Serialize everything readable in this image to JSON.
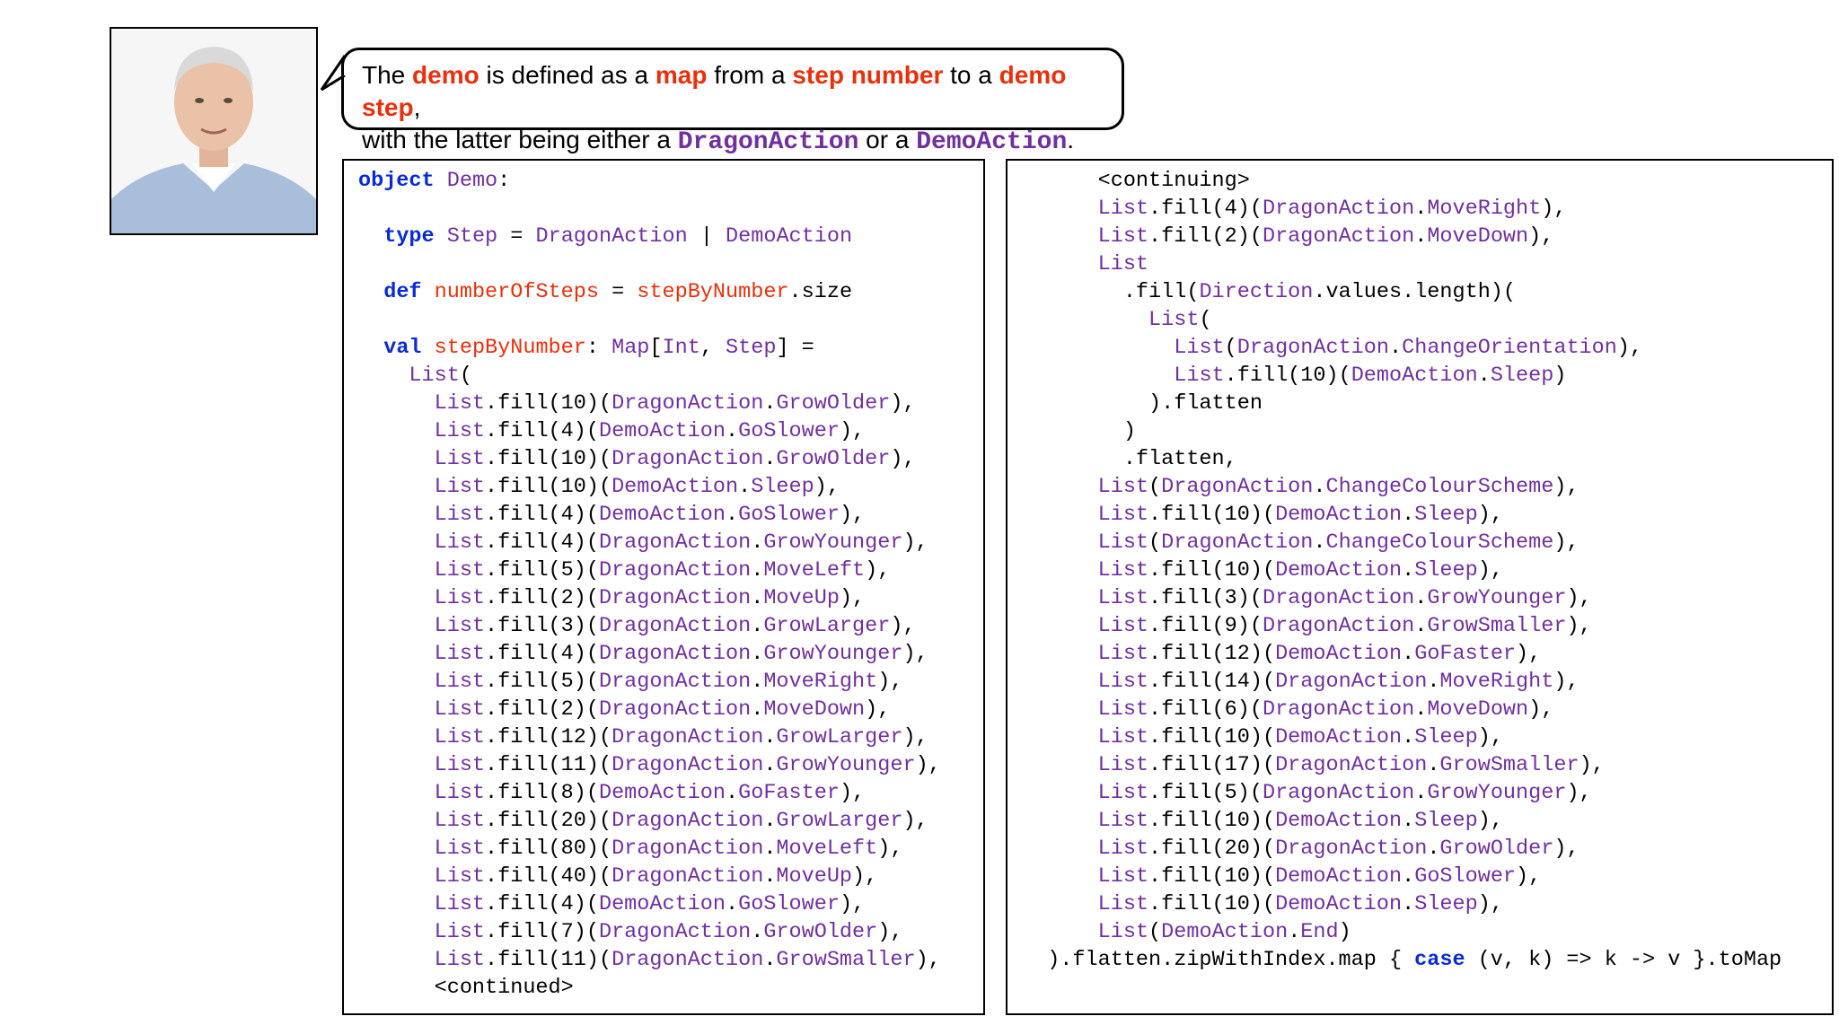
{
  "bubble": {
    "parts": [
      {
        "text": "The ",
        "style": "plain"
      },
      {
        "text": "demo",
        "style": "hl"
      },
      {
        "text": " is defined as a ",
        "style": "plain"
      },
      {
        "text": "map",
        "style": "hl"
      },
      {
        "text": " from a ",
        "style": "plain"
      },
      {
        "text": "step number",
        "style": "hl"
      },
      {
        "text": " to a ",
        "style": "plain"
      },
      {
        "text": "demo step",
        "style": "hl"
      },
      {
        "text": ",",
        "style": "plain"
      },
      {
        "text": "\n",
        "style": "br"
      },
      {
        "text": "with the latter being either a ",
        "style": "plain"
      },
      {
        "text": "DragonAction",
        "style": "code"
      },
      {
        "text": "  or a ",
        "style": "plain"
      },
      {
        "text": "DemoAction",
        "style": "code"
      },
      {
        "text": ".",
        "style": "plain"
      }
    ]
  },
  "code_left": [
    [
      [
        "object",
        "kw"
      ],
      [
        " ",
        ""
      ],
      [
        "Demo",
        "pur"
      ],
      [
        ":",
        ""
      ]
    ],
    [],
    [
      [
        "  ",
        ""
      ],
      [
        "type",
        "kw"
      ],
      [
        " ",
        ""
      ],
      [
        "Step",
        "pur"
      ],
      [
        " = ",
        ""
      ],
      [
        "DragonAction",
        "pur"
      ],
      [
        " | ",
        ""
      ],
      [
        "DemoAction",
        "pur"
      ]
    ],
    [],
    [
      [
        "  ",
        ""
      ],
      [
        "def",
        "kw"
      ],
      [
        " ",
        ""
      ],
      [
        "numberOfSteps",
        "red"
      ],
      [
        " = ",
        ""
      ],
      [
        "stepByNumber",
        "red"
      ],
      [
        ".size",
        ""
      ]
    ],
    [],
    [
      [
        "  ",
        ""
      ],
      [
        "val",
        "kw"
      ],
      [
        " ",
        ""
      ],
      [
        "stepByNumber",
        "red"
      ],
      [
        ": ",
        ""
      ],
      [
        "Map",
        "pur"
      ],
      [
        "[",
        ""
      ],
      [
        "Int",
        "pur"
      ],
      [
        ", ",
        ""
      ],
      [
        "Step",
        "pur"
      ],
      [
        "] =",
        ""
      ]
    ],
    [
      [
        "    ",
        ""
      ],
      [
        "List",
        "pur"
      ],
      [
        "(",
        ""
      ]
    ],
    [
      [
        "      ",
        ""
      ],
      [
        "List",
        "pur"
      ],
      [
        ".fill(10)(",
        ""
      ],
      [
        "DragonAction",
        "pur"
      ],
      [
        ".",
        ""
      ],
      [
        "GrowOlder",
        "pur"
      ],
      [
        "),",
        ""
      ]
    ],
    [
      [
        "      ",
        ""
      ],
      [
        "List",
        "pur"
      ],
      [
        ".fill(4)(",
        ""
      ],
      [
        "DemoAction",
        "pur"
      ],
      [
        ".",
        ""
      ],
      [
        "GoSlower",
        "pur"
      ],
      [
        "),",
        ""
      ]
    ],
    [
      [
        "      ",
        ""
      ],
      [
        "List",
        "pur"
      ],
      [
        ".fill(10)(",
        ""
      ],
      [
        "DragonAction",
        "pur"
      ],
      [
        ".",
        ""
      ],
      [
        "GrowOlder",
        "pur"
      ],
      [
        "),",
        ""
      ]
    ],
    [
      [
        "      ",
        ""
      ],
      [
        "List",
        "pur"
      ],
      [
        ".fill(10)(",
        ""
      ],
      [
        "DemoAction",
        "pur"
      ],
      [
        ".",
        ""
      ],
      [
        "Sleep",
        "pur"
      ],
      [
        "),",
        ""
      ]
    ],
    [
      [
        "      ",
        ""
      ],
      [
        "List",
        "pur"
      ],
      [
        ".fill(4)(",
        ""
      ],
      [
        "DemoAction",
        "pur"
      ],
      [
        ".",
        ""
      ],
      [
        "GoSlower",
        "pur"
      ],
      [
        "),",
        ""
      ]
    ],
    [
      [
        "      ",
        ""
      ],
      [
        "List",
        "pur"
      ],
      [
        ".fill(4)(",
        ""
      ],
      [
        "DragonAction",
        "pur"
      ],
      [
        ".",
        ""
      ],
      [
        "GrowYounger",
        "pur"
      ],
      [
        "),",
        ""
      ]
    ],
    [
      [
        "      ",
        ""
      ],
      [
        "List",
        "pur"
      ],
      [
        ".fill(5)(",
        ""
      ],
      [
        "DragonAction",
        "pur"
      ],
      [
        ".",
        ""
      ],
      [
        "MoveLeft",
        "pur"
      ],
      [
        "),",
        ""
      ]
    ],
    [
      [
        "      ",
        ""
      ],
      [
        "List",
        "pur"
      ],
      [
        ".fill(2)(",
        ""
      ],
      [
        "DragonAction",
        "pur"
      ],
      [
        ".",
        ""
      ],
      [
        "MoveUp",
        "pur"
      ],
      [
        "),",
        ""
      ]
    ],
    [
      [
        "      ",
        ""
      ],
      [
        "List",
        "pur"
      ],
      [
        ".fill(3)(",
        ""
      ],
      [
        "DragonAction",
        "pur"
      ],
      [
        ".",
        ""
      ],
      [
        "GrowLarger",
        "pur"
      ],
      [
        "),",
        ""
      ]
    ],
    [
      [
        "      ",
        ""
      ],
      [
        "List",
        "pur"
      ],
      [
        ".fill(4)(",
        ""
      ],
      [
        "DragonAction",
        "pur"
      ],
      [
        ".",
        ""
      ],
      [
        "GrowYounger",
        "pur"
      ],
      [
        "),",
        ""
      ]
    ],
    [
      [
        "      ",
        ""
      ],
      [
        "List",
        "pur"
      ],
      [
        ".fill(5)(",
        ""
      ],
      [
        "DragonAction",
        "pur"
      ],
      [
        ".",
        ""
      ],
      [
        "MoveRight",
        "pur"
      ],
      [
        "),",
        ""
      ]
    ],
    [
      [
        "      ",
        ""
      ],
      [
        "List",
        "pur"
      ],
      [
        ".fill(2)(",
        ""
      ],
      [
        "DragonAction",
        "pur"
      ],
      [
        ".",
        ""
      ],
      [
        "MoveDown",
        "pur"
      ],
      [
        "),",
        ""
      ]
    ],
    [
      [
        "      ",
        ""
      ],
      [
        "List",
        "pur"
      ],
      [
        ".fill(12)(",
        ""
      ],
      [
        "DragonAction",
        "pur"
      ],
      [
        ".",
        ""
      ],
      [
        "GrowLarger",
        "pur"
      ],
      [
        "),",
        ""
      ]
    ],
    [
      [
        "      ",
        ""
      ],
      [
        "List",
        "pur"
      ],
      [
        ".fill(11)(",
        ""
      ],
      [
        "DragonAction",
        "pur"
      ],
      [
        ".",
        ""
      ],
      [
        "GrowYounger",
        "pur"
      ],
      [
        "),",
        ""
      ]
    ],
    [
      [
        "      ",
        ""
      ],
      [
        "List",
        "pur"
      ],
      [
        ".fill(8)(",
        ""
      ],
      [
        "DemoAction",
        "pur"
      ],
      [
        ".",
        ""
      ],
      [
        "GoFaster",
        "pur"
      ],
      [
        "),",
        ""
      ]
    ],
    [
      [
        "      ",
        ""
      ],
      [
        "List",
        "pur"
      ],
      [
        ".fill(20)(",
        ""
      ],
      [
        "DragonAction",
        "pur"
      ],
      [
        ".",
        ""
      ],
      [
        "GrowLarger",
        "pur"
      ],
      [
        "),",
        ""
      ]
    ],
    [
      [
        "      ",
        ""
      ],
      [
        "List",
        "pur"
      ],
      [
        ".fill(80)(",
        ""
      ],
      [
        "DragonAction",
        "pur"
      ],
      [
        ".",
        ""
      ],
      [
        "MoveLeft",
        "pur"
      ],
      [
        "),",
        ""
      ]
    ],
    [
      [
        "      ",
        ""
      ],
      [
        "List",
        "pur"
      ],
      [
        ".fill(40)(",
        ""
      ],
      [
        "DragonAction",
        "pur"
      ],
      [
        ".",
        ""
      ],
      [
        "MoveUp",
        "pur"
      ],
      [
        "),",
        ""
      ]
    ],
    [
      [
        "      ",
        ""
      ],
      [
        "List",
        "pur"
      ],
      [
        ".fill(4)(",
        ""
      ],
      [
        "DemoAction",
        "pur"
      ],
      [
        ".",
        ""
      ],
      [
        "GoSlower",
        "pur"
      ],
      [
        "),",
        ""
      ]
    ],
    [
      [
        "      ",
        ""
      ],
      [
        "List",
        "pur"
      ],
      [
        ".fill(7)(",
        ""
      ],
      [
        "DragonAction",
        "pur"
      ],
      [
        ".",
        ""
      ],
      [
        "GrowOlder",
        "pur"
      ],
      [
        "),",
        ""
      ]
    ],
    [
      [
        "      ",
        ""
      ],
      [
        "List",
        "pur"
      ],
      [
        ".fill(11)(",
        ""
      ],
      [
        "DragonAction",
        "pur"
      ],
      [
        ".",
        ""
      ],
      [
        "GrowSmaller",
        "pur"
      ],
      [
        "),",
        ""
      ]
    ],
    [
      [
        "      <continued>",
        ""
      ]
    ]
  ],
  "code_right": [
    [
      [
        "      <continuing>",
        ""
      ]
    ],
    [
      [
        "      ",
        ""
      ],
      [
        "List",
        "pur"
      ],
      [
        ".fill(4)(",
        ""
      ],
      [
        "DragonAction",
        "pur"
      ],
      [
        ".",
        ""
      ],
      [
        "MoveRight",
        "pur"
      ],
      [
        "),",
        ""
      ]
    ],
    [
      [
        "      ",
        ""
      ],
      [
        "List",
        "pur"
      ],
      [
        ".fill(2)(",
        ""
      ],
      [
        "DragonAction",
        "pur"
      ],
      [
        ".",
        ""
      ],
      [
        "MoveDown",
        "pur"
      ],
      [
        "),",
        ""
      ]
    ],
    [
      [
        "      ",
        ""
      ],
      [
        "List",
        "pur"
      ]
    ],
    [
      [
        "        .fill(",
        ""
      ],
      [
        "Direction",
        "pur"
      ],
      [
        ".values.length)(",
        ""
      ]
    ],
    [
      [
        "          ",
        ""
      ],
      [
        "List",
        "pur"
      ],
      [
        "(",
        ""
      ]
    ],
    [
      [
        "            ",
        ""
      ],
      [
        "List",
        "pur"
      ],
      [
        "(",
        ""
      ],
      [
        "DragonAction",
        "pur"
      ],
      [
        ".",
        ""
      ],
      [
        "ChangeOrientation",
        "pur"
      ],
      [
        "),",
        ""
      ]
    ],
    [
      [
        "            ",
        ""
      ],
      [
        "List",
        "pur"
      ],
      [
        ".fill(10)(",
        ""
      ],
      [
        "DemoAction",
        "pur"
      ],
      [
        ".",
        ""
      ],
      [
        "Sleep",
        "pur"
      ],
      [
        ")",
        ""
      ]
    ],
    [
      [
        "          ).flatten",
        ""
      ]
    ],
    [
      [
        "        )",
        ""
      ]
    ],
    [
      [
        "        .flatten,",
        ""
      ]
    ],
    [
      [
        "      ",
        ""
      ],
      [
        "List",
        "pur"
      ],
      [
        "(",
        ""
      ],
      [
        "DragonAction",
        "pur"
      ],
      [
        ".",
        ""
      ],
      [
        "ChangeColourScheme",
        "pur"
      ],
      [
        "),",
        ""
      ]
    ],
    [
      [
        "      ",
        ""
      ],
      [
        "List",
        "pur"
      ],
      [
        ".fill(10)(",
        ""
      ],
      [
        "DemoAction",
        "pur"
      ],
      [
        ".",
        ""
      ],
      [
        "Sleep",
        "pur"
      ],
      [
        "),",
        ""
      ]
    ],
    [
      [
        "      ",
        ""
      ],
      [
        "List",
        "pur"
      ],
      [
        "(",
        ""
      ],
      [
        "DragonAction",
        "pur"
      ],
      [
        ".",
        ""
      ],
      [
        "ChangeColourScheme",
        "pur"
      ],
      [
        "),",
        ""
      ]
    ],
    [
      [
        "      ",
        ""
      ],
      [
        "List",
        "pur"
      ],
      [
        ".fill(10)(",
        ""
      ],
      [
        "DemoAction",
        "pur"
      ],
      [
        ".",
        ""
      ],
      [
        "Sleep",
        "pur"
      ],
      [
        "),",
        ""
      ]
    ],
    [
      [
        "      ",
        ""
      ],
      [
        "List",
        "pur"
      ],
      [
        ".fill(3)(",
        ""
      ],
      [
        "DragonAction",
        "pur"
      ],
      [
        ".",
        ""
      ],
      [
        "GrowYounger",
        "pur"
      ],
      [
        "),",
        ""
      ]
    ],
    [
      [
        "      ",
        ""
      ],
      [
        "List",
        "pur"
      ],
      [
        ".fill(9)(",
        ""
      ],
      [
        "DragonAction",
        "pur"
      ],
      [
        ".",
        ""
      ],
      [
        "GrowSmaller",
        "pur"
      ],
      [
        "),",
        ""
      ]
    ],
    [
      [
        "      ",
        ""
      ],
      [
        "List",
        "pur"
      ],
      [
        ".fill(12)(",
        ""
      ],
      [
        "DemoAction",
        "pur"
      ],
      [
        ".",
        ""
      ],
      [
        "GoFaster",
        "pur"
      ],
      [
        "),",
        ""
      ]
    ],
    [
      [
        "      ",
        ""
      ],
      [
        "List",
        "pur"
      ],
      [
        ".fill(14)(",
        ""
      ],
      [
        "DragonAction",
        "pur"
      ],
      [
        ".",
        ""
      ],
      [
        "MoveRight",
        "pur"
      ],
      [
        "),",
        ""
      ]
    ],
    [
      [
        "      ",
        ""
      ],
      [
        "List",
        "pur"
      ],
      [
        ".fill(6)(",
        ""
      ],
      [
        "DragonAction",
        "pur"
      ],
      [
        ".",
        ""
      ],
      [
        "MoveDown",
        "pur"
      ],
      [
        "),",
        ""
      ]
    ],
    [
      [
        "      ",
        ""
      ],
      [
        "List",
        "pur"
      ],
      [
        ".fill(10)(",
        ""
      ],
      [
        "DemoAction",
        "pur"
      ],
      [
        ".",
        ""
      ],
      [
        "Sleep",
        "pur"
      ],
      [
        "),",
        ""
      ]
    ],
    [
      [
        "      ",
        ""
      ],
      [
        "List",
        "pur"
      ],
      [
        ".fill(17)(",
        ""
      ],
      [
        "DragonAction",
        "pur"
      ],
      [
        ".",
        ""
      ],
      [
        "GrowSmaller",
        "pur"
      ],
      [
        "),",
        ""
      ]
    ],
    [
      [
        "      ",
        ""
      ],
      [
        "List",
        "pur"
      ],
      [
        ".fill(5)(",
        ""
      ],
      [
        "DragonAction",
        "pur"
      ],
      [
        ".",
        ""
      ],
      [
        "GrowYounger",
        "pur"
      ],
      [
        "),",
        ""
      ]
    ],
    [
      [
        "      ",
        ""
      ],
      [
        "List",
        "pur"
      ],
      [
        ".fill(10)(",
        ""
      ],
      [
        "DemoAction",
        "pur"
      ],
      [
        ".",
        ""
      ],
      [
        "Sleep",
        "pur"
      ],
      [
        "),",
        ""
      ]
    ],
    [
      [
        "      ",
        ""
      ],
      [
        "List",
        "pur"
      ],
      [
        ".fill(20)(",
        ""
      ],
      [
        "DragonAction",
        "pur"
      ],
      [
        ".",
        ""
      ],
      [
        "GrowOlder",
        "pur"
      ],
      [
        "),",
        ""
      ]
    ],
    [
      [
        "      ",
        ""
      ],
      [
        "List",
        "pur"
      ],
      [
        ".fill(10)(",
        ""
      ],
      [
        "DemoAction",
        "pur"
      ],
      [
        ".",
        ""
      ],
      [
        "GoSlower",
        "pur"
      ],
      [
        "),",
        ""
      ]
    ],
    [
      [
        "      ",
        ""
      ],
      [
        "List",
        "pur"
      ],
      [
        ".fill(10)(",
        ""
      ],
      [
        "DemoAction",
        "pur"
      ],
      [
        ".",
        ""
      ],
      [
        "Sleep",
        "pur"
      ],
      [
        "),",
        ""
      ]
    ],
    [
      [
        "      ",
        ""
      ],
      [
        "List",
        "pur"
      ],
      [
        "(",
        ""
      ],
      [
        "DemoAction",
        "pur"
      ],
      [
        ".",
        ""
      ],
      [
        "End",
        "pur"
      ],
      [
        ")",
        ""
      ]
    ],
    [
      [
        "  ).flatten.zipWithIndex.map { ",
        ""
      ],
      [
        "case",
        "kw"
      ],
      [
        " (v, k) => k -> v }.toMap",
        ""
      ]
    ]
  ]
}
